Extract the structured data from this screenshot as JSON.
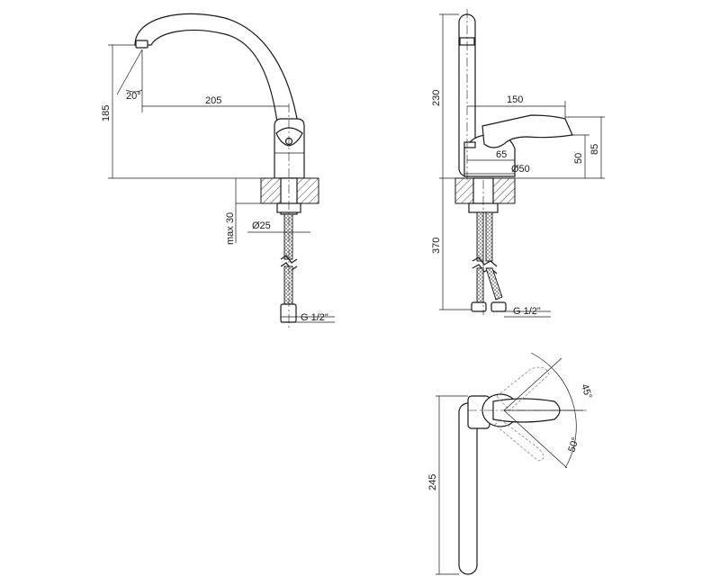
{
  "front_view": {
    "spout_reach": "205",
    "outlet_height": "185",
    "spout_angle": "20°",
    "max_thickness": "max 30",
    "shank_diameter": "Ø25",
    "hose_thread": "G 1/2\""
  },
  "side_view": {
    "total_height": "230",
    "lever_length": "150",
    "body_reach": "65",
    "body_diameter": "Ø50",
    "lever_height": "50",
    "lever_top_height": "85",
    "hose_length": "370",
    "hose_thread": "G 1/2\""
  },
  "top_view": {
    "spout_length": "245",
    "lever_angle_up": "45°",
    "lever_angle_down": "50°"
  }
}
